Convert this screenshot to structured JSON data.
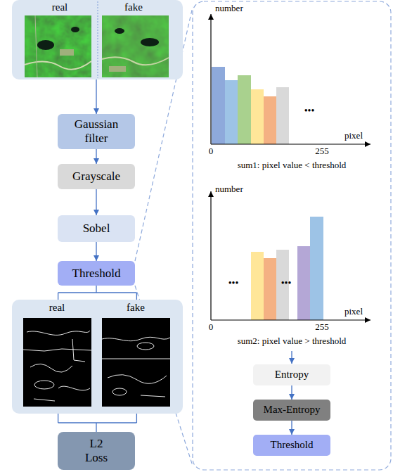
{
  "diagram": {
    "nodes": [
      {
        "text": [
          "real",
          "fake"
        ]
      },
      {
        "text": [
          "Gaussian filter"
        ]
      },
      {
        "text": [
          "Grayscale"
        ]
      },
      {
        "text": [
          "Sobel"
        ]
      },
      {
        "text": [
          "Threshold"
        ]
      },
      {
        "text": [
          "real",
          "fake"
        ]
      },
      {
        "text": [
          "L2 Loss"
        ]
      },
      {
        "text": [
          "Entropy"
        ]
      },
      {
        "text": [
          "Max-Entropy"
        ]
      },
      {
        "text": [
          "Threshold"
        ]
      }
    ],
    "edges": [
      {
        "from": 0,
        "to": 1,
        "arrow": "to"
      },
      {
        "from": 1,
        "to": 2,
        "arrow": "to"
      },
      {
        "from": 2,
        "to": 3,
        "arrow": "to"
      },
      {
        "from": 3,
        "to": 4,
        "arrow": "to"
      },
      {
        "from": 4,
        "to": 5,
        "arrow": "none"
      },
      {
        "from": 5,
        "to": 6,
        "arrow": "none"
      },
      {
        "from": 7,
        "to": 8,
        "arrow": "to"
      },
      {
        "from": 8,
        "to": 9,
        "arrow": "to"
      }
    ],
    "labels": [
      "number",
      "pixel",
      "0",
      "255",
      "•••",
      "sum1: pixel value < threshold",
      "number",
      "pixel",
      "0",
      "255",
      "•••",
      "•••",
      "sum2: pixel value > threshold"
    ]
  }
}
